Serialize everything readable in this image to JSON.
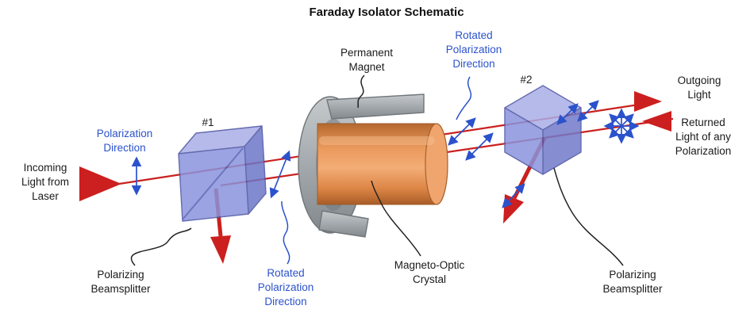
{
  "title": "Faraday Isolator Schematic",
  "colors": {
    "beam_red": "#c9211e",
    "arrow_red": "#cc1f1f",
    "annotation_blue": "#2b52cc",
    "beamsplitter_blue": "#8a93dd",
    "magnet_gray": "#9ba1a6",
    "crystal_orange": "#e89455"
  },
  "labels": {
    "incoming_light": "Incoming\nLight from\nLaser",
    "polarization_direction": "Polarization\nDirection",
    "beamsplitter1_tag": "#1",
    "beamsplitter2_tag": "#2",
    "permanent_magnet": "Permanent\nMagnet",
    "rotated_polarization_top": "Rotated\nPolarization\nDirection",
    "rotated_polarization_bottom": "Rotated\nPolarization\nDirection",
    "outgoing_light": "Outgoing\nLight",
    "returned_light": "Returned\nLight of any\nPolarization",
    "magneto_optic_crystal": "Magneto-Optic\nCrystal",
    "polarizing_beamsplitter_left": "Polarizing\nBeamsplitter",
    "polarizing_beamsplitter_right": "Polarizing\nBeamsplitter"
  }
}
